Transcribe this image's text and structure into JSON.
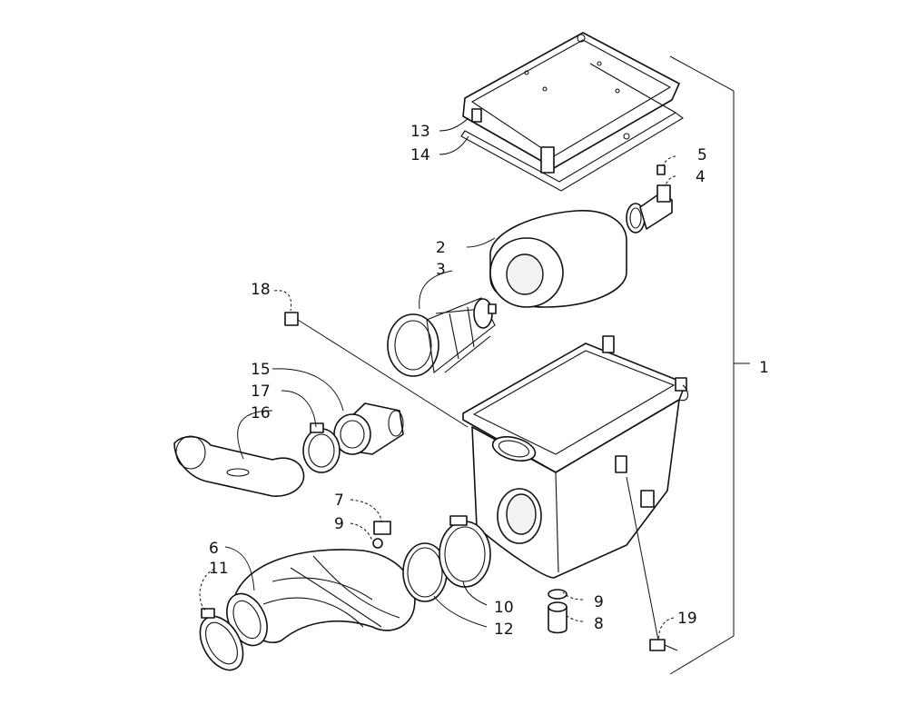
{
  "callouts": {
    "c1": "1",
    "c2": "2",
    "c3": "3",
    "c4": "4",
    "c5": "5",
    "c6": "6",
    "c7": "7",
    "c8": "8",
    "c9a": "9",
    "c9b": "9",
    "c10": "10",
    "c11": "11",
    "c12": "12",
    "c13": "13",
    "c14": "14",
    "c15": "15",
    "c16": "16",
    "c17": "17",
    "c18": "18",
    "c19": "19"
  }
}
